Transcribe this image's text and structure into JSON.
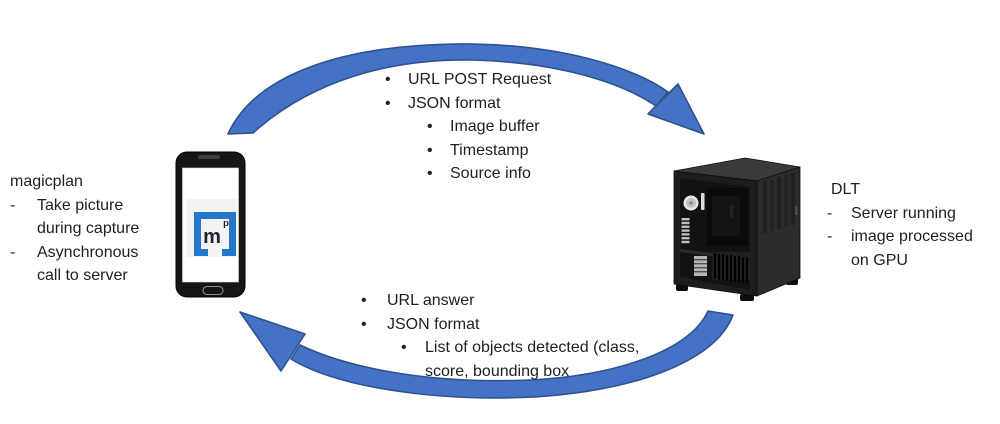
{
  "colors": {
    "arrow_fill": "#4472C4",
    "arrow_edge": "#2F528F",
    "logo_blue": "#2577CB",
    "text": "#1F1F1F"
  },
  "left_panel": {
    "title": "magicplan",
    "items": [
      {
        "marker": "-",
        "text": "Take picture during capture"
      },
      {
        "marker": "-",
        "text": "Asynchronous call to server"
      }
    ]
  },
  "right_panel": {
    "title": "DLT",
    "items": [
      {
        "marker": "-",
        "text": "Server running"
      },
      {
        "marker": "-",
        "text": "image processed on GPU"
      }
    ]
  },
  "top_flow": {
    "bullet": "•",
    "items": [
      {
        "level": 1,
        "text": "URL POST Request"
      },
      {
        "level": 1,
        "text": "JSON format"
      },
      {
        "level": 2,
        "text": "Image buffer"
      },
      {
        "level": 2,
        "text": "Timestamp"
      },
      {
        "level": 2,
        "text": "Source info"
      }
    ]
  },
  "bottom_flow": {
    "bullet": "•",
    "items": [
      {
        "level": 1,
        "text": "URL answer"
      },
      {
        "level": 1,
        "text": "JSON format"
      },
      {
        "level": 2,
        "text": "List of objects detected (class, score, bounding box"
      }
    ]
  },
  "phone": {
    "logo_letter": "m",
    "logo_sup": "p"
  }
}
